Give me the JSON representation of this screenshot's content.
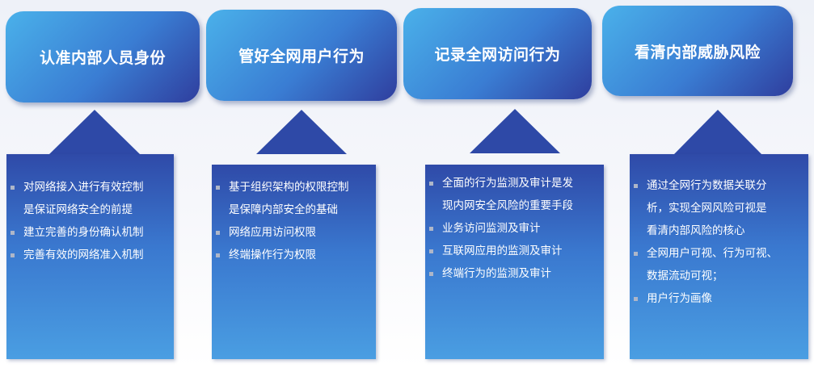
{
  "columns": [
    {
      "title": "认准内部人员身份",
      "items": [
        [
          "对网络接入进行有效控制",
          "是保证网络安全的前提"
        ],
        [
          "建立完善的身份确认机制"
        ],
        [
          "完善有效的网络准入机制"
        ]
      ]
    },
    {
      "title": "管好全网用户行为",
      "items": [
        [
          "基于组织架构的权限控制",
          "是保障内部安全的基础"
        ],
        [
          "网络应用访问权限"
        ],
        [
          "终端操作行为权限"
        ]
      ]
    },
    {
      "title": "记录全网访问行为",
      "items": [
        [
          "全面的行为监测及审计是发",
          "现内网安全风险的重要手段"
        ],
        [
          "业务访问监测及审计"
        ],
        [
          "互联网应用的监测及审计"
        ],
        [
          "终端行为的监测及审计"
        ]
      ]
    },
    {
      "title": "看清内部威胁风险",
      "items": [
        [
          "通过全网行为数据关联分",
          "析，实现全网风险可视是",
          "看清内部风险的核心"
        ],
        [
          "全网用户可视、行为可视、",
          "数据流动可视；"
        ],
        [
          "用户行为画像"
        ]
      ]
    }
  ]
}
